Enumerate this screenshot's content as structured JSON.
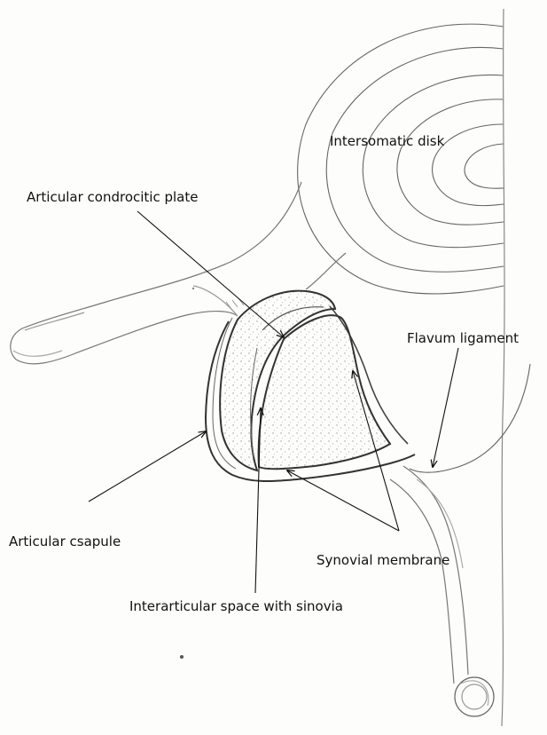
{
  "labels": {
    "intersomatic_disk": "Intersomatic disk",
    "articular_plate": "Articular condrocitic plate",
    "flavum_ligament": "Flavum ligament",
    "articular_capsule": "Articular csapule",
    "synovial_membrane": "Synovial membrane",
    "interarticular_space": "Interarticular space with sinovia"
  },
  "colors": {
    "background": "#fdfdfb",
    "sketch": "#555555",
    "arrow": "#111111"
  }
}
